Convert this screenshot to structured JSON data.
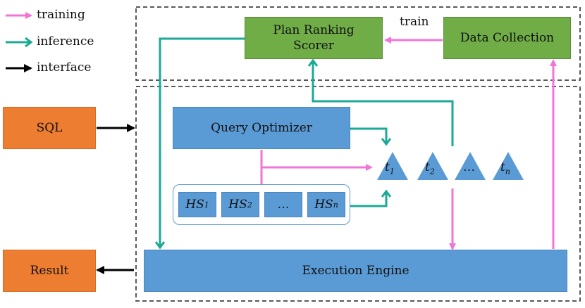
{
  "legend": {
    "training": "training",
    "inference": "inference",
    "interface": "interface"
  },
  "colors": {
    "training": "#f075d8",
    "inference": "#1aaa96",
    "interface": "#000000",
    "green_box": "#70ad47",
    "blue_box": "#5b9bd5",
    "orange_box": "#ed7d31"
  },
  "boxes": {
    "plan_ranking_scorer_line1": "Plan Ranking",
    "plan_ranking_scorer_line2": "Scorer",
    "data_collection": "Data Collection",
    "train_label": "train",
    "sql": "SQL",
    "result": "Result",
    "query_optimizer": "Query Optimizer",
    "execution_engine": "Execution Engine"
  },
  "hint_sets": [
    {
      "base": "HS",
      "sub": "1"
    },
    {
      "base": "HS",
      "sub": "2"
    },
    {
      "base": "…",
      "sub": ""
    },
    {
      "base": "HS",
      "sub": "n"
    }
  ],
  "plans": [
    {
      "base": "t",
      "sub": "1"
    },
    {
      "base": "t",
      "sub": "2"
    },
    {
      "base": "…",
      "sub": ""
    },
    {
      "base": "t",
      "sub": "n"
    }
  ]
}
